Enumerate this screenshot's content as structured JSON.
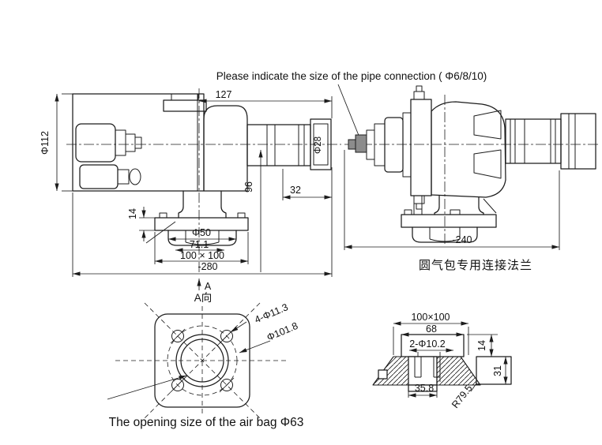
{
  "colors": {
    "background": "#ffffff",
    "line": "#1c1c1c",
    "fitting_fill": "#8c8c8c"
  },
  "note_top": "Please indicate the size of the pipe connection ( Φ6/8/10)",
  "left_view": {
    "dim_length_top": "127",
    "dim_body_diameter": "Φ112",
    "dim_pipe_diameter": "Φ28",
    "dim_height": "96",
    "dim_offset": "32",
    "dim_plate_thickness": "14",
    "dim_opening": "Φ50",
    "dim_bolt_spacing": "71.1",
    "dim_plate_size": "100 × 100",
    "dim_overall_length": "-280",
    "section_letter": "A"
  },
  "right_view": {
    "dim_overall_length": "-240",
    "caption": "圆气包专用连接法兰"
  },
  "section_view": {
    "title": "A向",
    "dim_bolt_holes": "4-Φ11.3",
    "dim_bolt_circle": "Φ101.8",
    "caption": "The opening size of the air bag Φ63"
  },
  "flange_view": {
    "dim_plate_size": "100×100",
    "dim_inner_width": "68",
    "dim_holes": "2-Φ10.2",
    "dim_thickness": "14",
    "dim_depth": "31",
    "dim_step_width": "35.8",
    "dim_radius": "R79.5"
  }
}
